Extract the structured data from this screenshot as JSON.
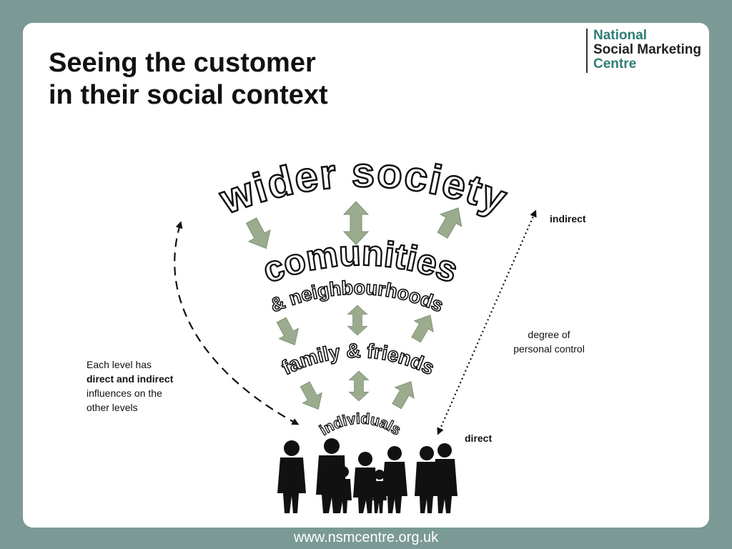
{
  "slide": {
    "title_line1": "Seeing the customer",
    "title_line2": "in their social context"
  },
  "logo": {
    "line1": "National",
    "line2": "Social Marketing",
    "line3": "Centre"
  },
  "levels": {
    "wider_society": "wider society",
    "communities": "comunities",
    "neighbourhoods": "& neighbourhoods",
    "family": "family & friends",
    "individuals": "individuals"
  },
  "labels": {
    "indirect": "indirect",
    "direct": "direct",
    "degree_line1": "degree of",
    "degree_line2": "personal control"
  },
  "note": {
    "line1": "Each level has",
    "line2": "direct and indirect",
    "line3": "influences on the",
    "line4": "other levels"
  },
  "footer": {
    "url": "www.nsmcentre.org.uk"
  },
  "colors": {
    "background": "#7b9a95",
    "arrow_fill": "#9aab8e",
    "logo_teal": "#2f7d76"
  },
  "icons": {
    "people": "people-silhouettes-icon"
  }
}
